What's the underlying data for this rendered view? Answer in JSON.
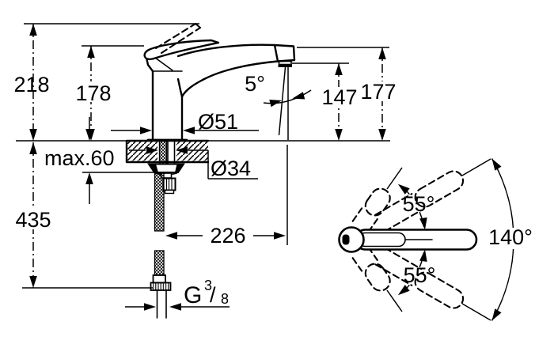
{
  "labels": {
    "overall_height": "218",
    "lever_height": "178",
    "max_counter": "max.60",
    "hose_length": "435",
    "base_dia": "Ø51",
    "hole_dia": "Ø34",
    "reach": "226",
    "outlet_height": "147",
    "spout_height": "177",
    "spray_angle": "5°",
    "swivel_upper": "55°",
    "swivel_lower": "55°",
    "swivel_range": "140°",
    "thread_prefix": "G",
    "thread_numerator": "3",
    "thread_slash": "/",
    "thread_denominator": "8"
  }
}
